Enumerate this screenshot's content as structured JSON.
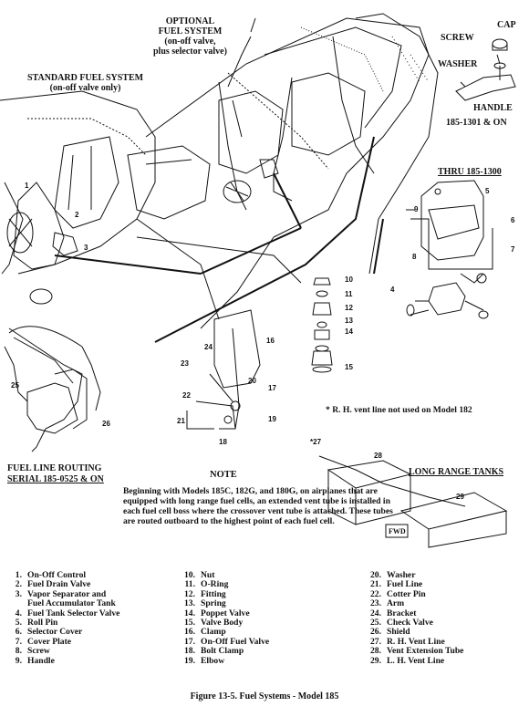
{
  "labels": {
    "optional_system": "OPTIONAL\nFUEL SYSTEM\n(on-off valve,\nplus selector valve)",
    "standard_system": "STANDARD FUEL SYSTEM\n(on-off valve only)",
    "cap": "CAP",
    "screw": "SCREW",
    "washer": "WASHER",
    "handle": "HANDLE",
    "serial_after": "185-1301 & ON",
    "serial_thru": "THRU 185-1300",
    "fuel_line_routing": "FUEL LINE ROUTING",
    "serial_routing": "SERIAL 185-0525 & ON",
    "vent_note": "* R. H. vent line not used on Model 182",
    "long_range": "LONG RANGE TANKS",
    "fwd": "FWD"
  },
  "note": {
    "title": "NOTE",
    "body": "Beginning with Models 185C, 182G, and 180G, on airplanes that are equipped with long range fuel cells, an extended vent tube is installed in each fuel cell boss where the crossover vent tube is attached. These tubes are routed outboard to the highest point of each fuel cell."
  },
  "legend": [
    [
      {
        "n": "1.",
        "t": "On-Off Control"
      },
      {
        "n": "2.",
        "t": "Fuel Drain Valve"
      },
      {
        "n": "3.",
        "t": "Vapor Separator and"
      },
      {
        "n": "",
        "t": "Fuel Accumulator Tank"
      },
      {
        "n": "4.",
        "t": "Fuel Tank Selector Valve"
      },
      {
        "n": "5.",
        "t": "Roll Pin"
      },
      {
        "n": "6.",
        "t": "Selector Cover"
      },
      {
        "n": "7.",
        "t": "Cover Plate"
      },
      {
        "n": "8.",
        "t": "Screw"
      },
      {
        "n": "9.",
        "t": "Handle"
      }
    ],
    [
      {
        "n": "10.",
        "t": "Nut"
      },
      {
        "n": "11.",
        "t": "O-Ring"
      },
      {
        "n": "12.",
        "t": "Fitting"
      },
      {
        "n": "13.",
        "t": "Spring"
      },
      {
        "n": "14.",
        "t": "Poppet Valve"
      },
      {
        "n": "15.",
        "t": "Valve Body"
      },
      {
        "n": "16.",
        "t": "Clamp"
      },
      {
        "n": "17.",
        "t": "On-Off Fuel Valve"
      },
      {
        "n": "18.",
        "t": "Bolt Clamp"
      },
      {
        "n": "19.",
        "t": "Elbow"
      }
    ],
    [
      {
        "n": "20.",
        "t": "Washer"
      },
      {
        "n": "21.",
        "t": "Fuel Line"
      },
      {
        "n": "22.",
        "t": "Cotter Pin"
      },
      {
        "n": "23.",
        "t": "Arm"
      },
      {
        "n": "24.",
        "t": "Bracket"
      },
      {
        "n": "25.",
        "t": "Check Valve"
      },
      {
        "n": "26.",
        "t": "Shield"
      },
      {
        "n": "27.",
        "t": "R. H. Vent Line"
      },
      {
        "n": "28.",
        "t": "Vent Extension Tube"
      },
      {
        "n": "29.",
        "t": "L. H. Vent Line"
      }
    ]
  ],
  "callouts": [
    "1",
    "2",
    "3",
    "4",
    "5",
    "6",
    "7",
    "8",
    "9",
    "10",
    "11",
    "12",
    "13",
    "14",
    "15",
    "16",
    "17",
    "18",
    "19",
    "20",
    "21",
    "22",
    "23",
    "24",
    "25",
    "26",
    "*27",
    "28",
    "29"
  ],
  "caption": "Figure 13-5.  Fuel Systems - Model 185"
}
